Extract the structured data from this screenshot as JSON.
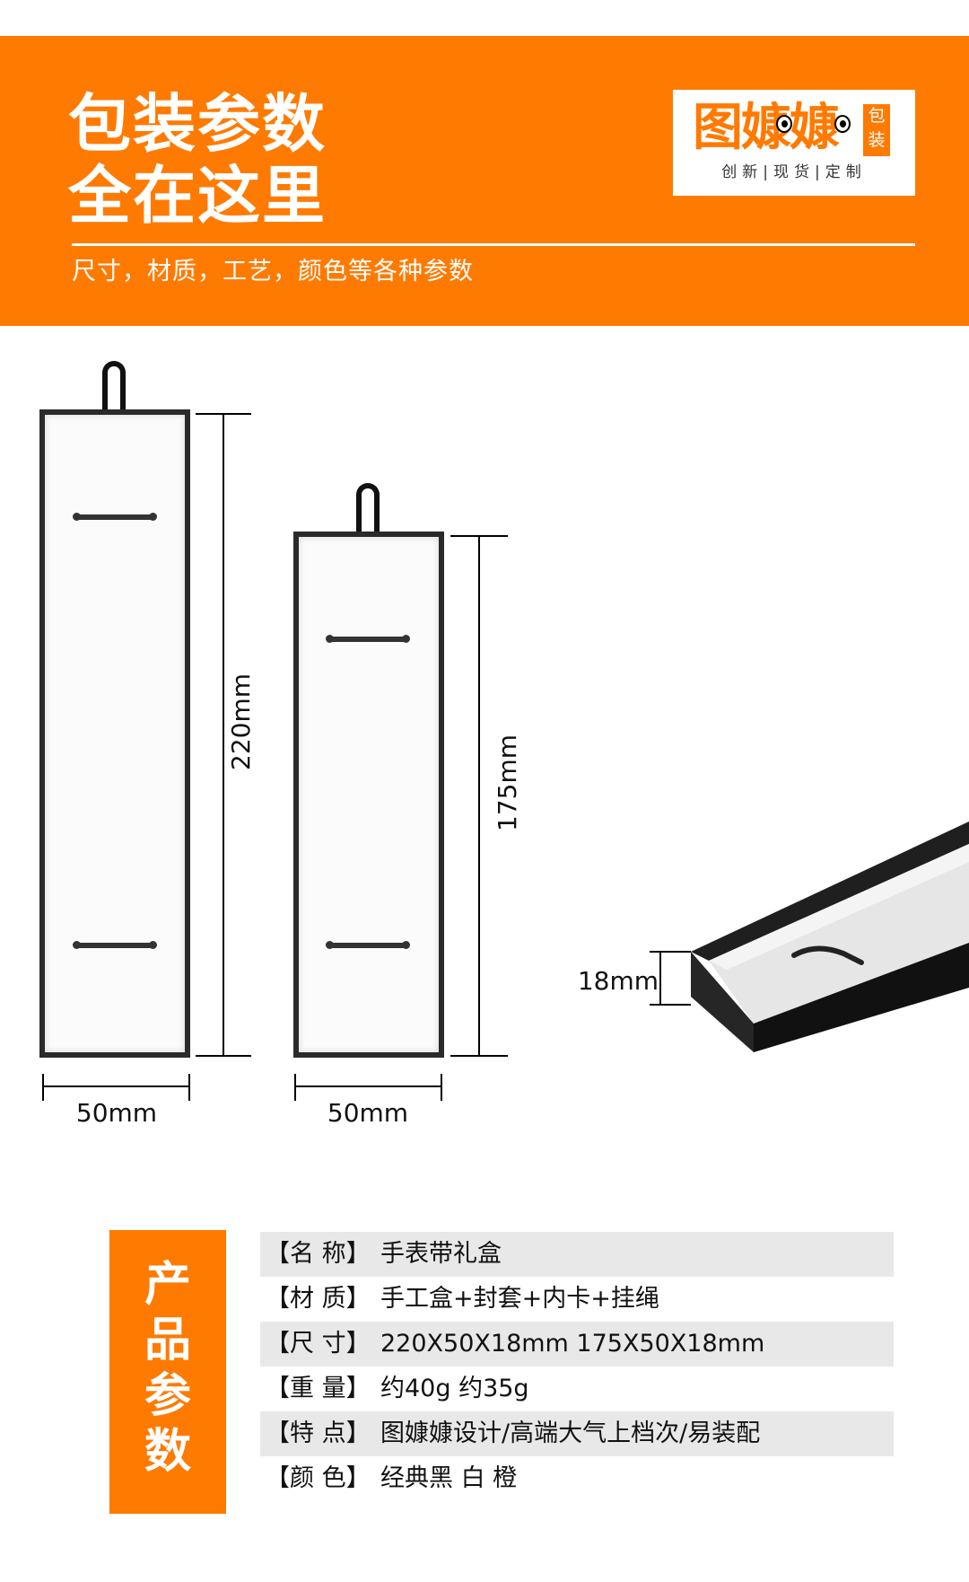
{
  "header": {
    "title_line1": "包装参数",
    "title_line2": "全在这里",
    "subtitle": "尺寸，材质，工艺，颜色等各种参数",
    "bg_color": "#ff7a00"
  },
  "logo": {
    "name": "图嫝嫝",
    "tag_line1": "包",
    "tag_line2": "装",
    "slogan": "创新|现货|定制"
  },
  "dimensions": {
    "box1_height": "220mm",
    "box1_width": "50mm",
    "box2_height": "175mm",
    "box2_width": "50mm",
    "depth": "18mm"
  },
  "params": {
    "badge": [
      "产",
      "品",
      "参",
      "数"
    ],
    "rows": [
      {
        "label": "【名  称】",
        "value": "手表带礼盒"
      },
      {
        "label": "【材  质】",
        "value": "手工盒+封套+内卡+挂绳"
      },
      {
        "label": "【尺  寸】",
        "value": "220X50X18mm  175X50X18mm"
      },
      {
        "label": "【重  量】",
        "value": "约40g  约35g"
      },
      {
        "label": "【特  点】",
        "value": "图嫝嫝设计/高端大气上档次/易装配"
      },
      {
        "label": "【颜  色】",
        "value": "经典黑 白  橙"
      }
    ]
  }
}
